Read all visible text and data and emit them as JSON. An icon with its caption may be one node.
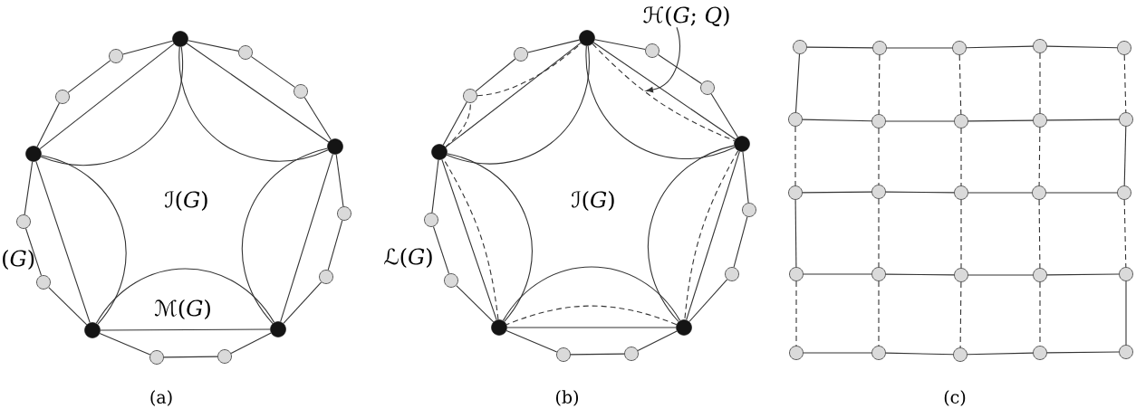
{
  "diagram": {
    "nodes": [
      {
        "text": [],
        "shape": "dot"
      },
      {
        "text": [],
        "shape": "circle"
      },
      {
        "text": [],
        "shape": "circle"
      },
      {
        "text": [],
        "shape": "dot"
      },
      {
        "text": [],
        "shape": "circle"
      },
      {
        "text": [],
        "shape": "circle"
      },
      {
        "text": [],
        "shape": "dot"
      },
      {
        "text": [],
        "shape": "circle"
      },
      {
        "text": [],
        "shape": "circle"
      },
      {
        "text": [],
        "shape": "dot"
      },
      {
        "text": [],
        "shape": "circle"
      },
      {
        "text": [],
        "shape": "circle"
      },
      {
        "text": [],
        "shape": "dot"
      },
      {
        "text": [],
        "shape": "circle"
      },
      {
        "text": [],
        "shape": "circle"
      },
      {
        "text": [
          "ℋ(*G*; *Q*)"
        ]
      },
      {
        "text": [],
        "shape": "dot"
      },
      {
        "text": [],
        "shape": "circle"
      },
      {
        "text": [],
        "shape": "circle"
      },
      {
        "text": [],
        "shape": "dot"
      },
      {
        "text": [],
        "shape": "circle"
      },
      {
        "text": [],
        "shape": "circle"
      },
      {
        "text": [],
        "shape": "dot"
      },
      {
        "text": [],
        "shape": "circle"
      },
      {
        "text": [],
        "shape": "circle"
      },
      {
        "text": [],
        "shape": "dot"
      },
      {
        "text": [],
        "shape": "circle"
      },
      {
        "text": [],
        "shape": "circle"
      },
      {
        "text": [],
        "shape": "dot"
      },
      {
        "text": [],
        "shape": "circle"
      },
      {
        "text": [],
        "shape": "circle"
      },
      {
        "text": [],
        "shape": "circle"
      },
      {
        "text": [],
        "shape": "circle"
      },
      {
        "text": [],
        "shape": "circle"
      },
      {
        "text": [],
        "shape": "circle"
      },
      {
        "text": [],
        "shape": "circle"
      },
      {
        "text": [],
        "shape": "circle"
      },
      {
        "text": [],
        "shape": "circle"
      },
      {
        "text": [],
        "shape": "circle"
      },
      {
        "text": [],
        "shape": "circle"
      },
      {
        "text": [],
        "shape": "circle"
      },
      {
        "text": [],
        "shape": "circle"
      },
      {
        "text": [],
        "shape": "circle"
      },
      {
        "text": [],
        "shape": "circle"
      },
      {
        "text": [],
        "shape": "circle"
      },
      {
        "text": [],
        "shape": "circle"
      },
      {
        "text": [],
        "shape": "circle"
      },
      {
        "text": [],
        "shape": "circle"
      },
      {
        "text": [],
        "shape": "circle"
      },
      {
        "text": [],
        "shape": "circle"
      },
      {
        "text": [],
        "shape": "circle"
      },
      {
        "text": [],
        "shape": "circle"
      },
      {
        "text": [],
        "shape": "circle"
      },
      {
        "text": [],
        "shape": "circle"
      },
      {
        "text": [],
        "shape": "circle"
      },
      {
        "text": [],
        "shape": "circle"
      }
    ],
    "edges": [
      {
        "from": 0,
        "to": 1,
        "arrow": "none"
      },
      {
        "from": 1,
        "to": 2,
        "arrow": "none"
      },
      {
        "from": 2,
        "to": 3,
        "arrow": "none"
      },
      {
        "from": 3,
        "to": 4,
        "arrow": "none"
      },
      {
        "from": 4,
        "to": 5,
        "arrow": "none"
      },
      {
        "from": 5,
        "to": 6,
        "arrow": "none"
      },
      {
        "from": 6,
        "to": 7,
        "arrow": "none"
      },
      {
        "from": 7,
        "to": 8,
        "arrow": "none"
      },
      {
        "from": 8,
        "to": 9,
        "arrow": "none"
      },
      {
        "from": 9,
        "to": 10,
        "arrow": "none"
      },
      {
        "from": 10,
        "to": 11,
        "arrow": "none"
      },
      {
        "from": 11,
        "to": 12,
        "arrow": "none"
      },
      {
        "from": 12,
        "to": 13,
        "arrow": "none"
      },
      {
        "from": 13,
        "to": 14,
        "arrow": "none"
      },
      {
        "from": 14,
        "to": 0,
        "arrow": "none"
      },
      {
        "from": 0,
        "to": 3,
        "arrow": "none"
      },
      {
        "from": 3,
        "to": 6,
        "arrow": "none"
      },
      {
        "from": 6,
        "to": 9,
        "arrow": "none"
      },
      {
        "from": 9,
        "to": 12,
        "arrow": "none"
      },
      {
        "from": 12,
        "to": 0,
        "arrow": "none"
      },
      {
        "from": 0,
        "to": 3,
        "arrow": "none"
      },
      {
        "from": 3,
        "to": 6,
        "arrow": "none"
      },
      {
        "from": 6,
        "to": 9,
        "arrow": "none"
      },
      {
        "from": 9,
        "to": 12,
        "arrow": "none"
      },
      {
        "from": 12,
        "to": 0,
        "arrow": "none"
      },
      {
        "from": 16,
        "to": 17,
        "arrow": "none"
      },
      {
        "from": 17,
        "to": 18,
        "arrow": "none"
      },
      {
        "from": 18,
        "to": 19,
        "arrow": "none"
      },
      {
        "from": 19,
        "to": 20,
        "arrow": "none"
      },
      {
        "from": 20,
        "to": 21,
        "arrow": "none"
      },
      {
        "from": 21,
        "to": 22,
        "arrow": "none"
      },
      {
        "from": 22,
        "to": 23,
        "arrow": "none"
      },
      {
        "from": 23,
        "to": 24,
        "arrow": "none"
      },
      {
        "from": 24,
        "to": 25,
        "arrow": "none"
      },
      {
        "from": 25,
        "to": 26,
        "arrow": "none"
      },
      {
        "from": 26,
        "to": 27,
        "arrow": "none"
      },
      {
        "from": 27,
        "to": 28,
        "arrow": "none"
      },
      {
        "from": 28,
        "to": 29,
        "arrow": "none"
      },
      {
        "from": 29,
        "to": 30,
        "arrow": "none"
      },
      {
        "from": 30,
        "to": 16,
        "arrow": "none"
      },
      {
        "from": 16,
        "to": 19,
        "arrow": "none"
      },
      {
        "from": 19,
        "to": 22,
        "arrow": "none"
      },
      {
        "from": 22,
        "to": 25,
        "arrow": "none"
      },
      {
        "from": 25,
        "to": 28,
        "arrow": "none"
      },
      {
        "from": 28,
        "to": 16,
        "arrow": "none"
      },
      {
        "from": 16,
        "to": 19,
        "arrow": "none"
      },
      {
        "from": 19,
        "to": 22,
        "arrow": "none"
      },
      {
        "from": 22,
        "to": 25,
        "arrow": "none"
      },
      {
        "from": 25,
        "to": 28,
        "arrow": "none"
      },
      {
        "from": 28,
        "to": 16,
        "arrow": "none"
      },
      {
        "from": 16,
        "to": 19,
        "arrow": "none",
        "style": "dashed"
      },
      {
        "from": 19,
        "to": 22,
        "arrow": "none",
        "style": "dashed"
      },
      {
        "from": 22,
        "to": 25,
        "arrow": "none",
        "style": "dashed"
      },
      {
        "from": 25,
        "to": 28,
        "arrow": "none",
        "style": "dashed"
      },
      {
        "from": 28,
        "to": 29,
        "arrow": "none",
        "style": "dashed"
      },
      {
        "from": 29,
        "to": 16,
        "arrow": "none",
        "style": "dashed"
      },
      {
        "from": 15,
        "to": null,
        "arrow": "to"
      },
      {
        "from": 31,
        "to": 32,
        "arrow": "none"
      },
      {
        "from": 32,
        "to": 33,
        "arrow": "none"
      },
      {
        "from": 33,
        "to": 34,
        "arrow": "none"
      },
      {
        "from": 34,
        "to": 35,
        "arrow": "none"
      },
      {
        "from": 36,
        "to": 37,
        "arrow": "none"
      },
      {
        "from": 37,
        "to": 38,
        "arrow": "none"
      },
      {
        "from": 38,
        "to": 39,
        "arrow": "none"
      },
      {
        "from": 39,
        "to": 40,
        "arrow": "none"
      },
      {
        "from": 41,
        "to": 42,
        "arrow": "none"
      },
      {
        "from": 42,
        "to": 43,
        "arrow": "none"
      },
      {
        "from": 43,
        "to": 44,
        "arrow": "none"
      },
      {
        "from": 44,
        "to": 45,
        "arrow": "none"
      },
      {
        "from": 46,
        "to": 47,
        "arrow": "none"
      },
      {
        "from": 47,
        "to": 48,
        "arrow": "none"
      },
      {
        "from": 48,
        "to": 49,
        "arrow": "none"
      },
      {
        "from": 49,
        "to": 50,
        "arrow": "none"
      },
      {
        "from": 51,
        "to": 52,
        "arrow": "none"
      },
      {
        "from": 52,
        "to": 53,
        "arrow": "none"
      },
      {
        "from": 53,
        "to": 54,
        "arrow": "none"
      },
      {
        "from": 54,
        "to": 55,
        "arrow": "none"
      },
      {
        "from": 31,
        "to": 36,
        "arrow": "none"
      },
      {
        "from": 32,
        "to": 37,
        "arrow": "none",
        "style": "dashed"
      },
      {
        "from": 33,
        "to": 38,
        "arrow": "none",
        "style": "dashed"
      },
      {
        "from": 34,
        "to": 39,
        "arrow": "none",
        "style": "dashed"
      },
      {
        "from": 35,
        "to": 40,
        "arrow": "none",
        "style": "dashed"
      },
      {
        "from": 36,
        "to": 41,
        "arrow": "none",
        "style": "dashed"
      },
      {
        "from": 37,
        "to": 42,
        "arrow": "none",
        "style": "dashed"
      },
      {
        "from": 38,
        "to": 43,
        "arrow": "none",
        "style": "dashed"
      },
      {
        "from": 39,
        "to": 44,
        "arrow": "none",
        "style": "dashed"
      },
      {
        "from": 40,
        "to": 45,
        "arrow": "none"
      },
      {
        "from": 41,
        "to": 46,
        "arrow": "none"
      },
      {
        "from": 42,
        "to": 47,
        "arrow": "none",
        "style": "dashed"
      },
      {
        "from": 43,
        "to": 48,
        "arrow": "none",
        "style": "dashed"
      },
      {
        "from": 44,
        "to": 49,
        "arrow": "none",
        "style": "dashed"
      },
      {
        "from": 45,
        "to": 50,
        "arrow": "none",
        "style": "dashed"
      },
      {
        "from": 46,
        "to": 51,
        "arrow": "none",
        "style": "dashed"
      },
      {
        "from": 47,
        "to": 52,
        "arrow": "none",
        "style": "dashed"
      },
      {
        "from": 48,
        "to": 53,
        "arrow": "none",
        "style": "dashed"
      },
      {
        "from": 49,
        "to": 54,
        "arrow": "none",
        "style": "dashed"
      },
      {
        "from": 50,
        "to": 55,
        "arrow": "none"
      }
    ],
    "labels": [
      "ℐ(*G*)",
      "(*G*)",
      "ℳ(*G*)",
      "ℐ(*G*)",
      "ℒ(*G*)",
      "(a)",
      "(b)",
      "(c)"
    ]
  }
}
